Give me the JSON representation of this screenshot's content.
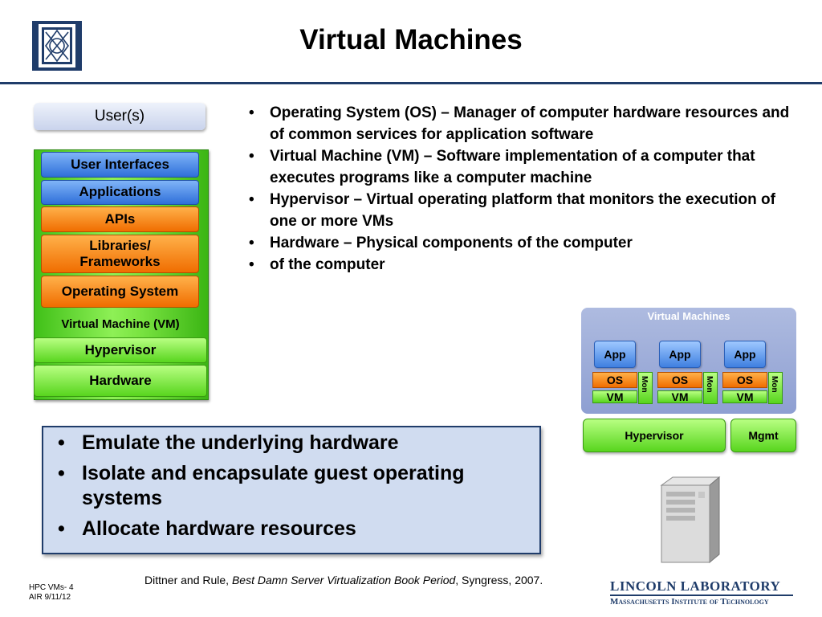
{
  "header": {
    "title": "Virtual Machines",
    "logo_icon": "lincoln-lab-shield-icon"
  },
  "stack": {
    "users": "User(s)",
    "user_interfaces": "User Interfaces",
    "applications": "Applications",
    "apis": "APIs",
    "libraries_line1": "Libraries/",
    "libraries_line2": "Frameworks",
    "operating_system": "Operating System",
    "virtual_machine": "Virtual Machine (VM)",
    "hypervisor": "Hypervisor",
    "hardware": "Hardware"
  },
  "definitions": [
    "Operating System (OS) – Manager of computer hardware resources and of common services for application software",
    "Virtual Machine (VM) – Software implementation of a computer that executes programs like a computer machine",
    "Hypervisor – Virtual operating platform that monitors the execution of one or more VMs",
    "Hardware – Physical components of the computer",
    "of the computer"
  ],
  "vm_diagram": {
    "title": "Virtual Machines",
    "guests": [
      {
        "app": "App",
        "os": "OS",
        "vm": "VM",
        "mon": "Mon"
      },
      {
        "app": "App",
        "os": "OS",
        "vm": "VM",
        "mon": "Mon"
      },
      {
        "app": "App",
        "os": "OS",
        "vm": "VM",
        "mon": "Mon"
      }
    ],
    "hypervisor": "Hypervisor",
    "mgmt": "Mgmt",
    "server_icon": "server-tower-icon"
  },
  "capabilities": [
    "Emulate the underlying hardware",
    "Isolate and encapsulate guest operating systems",
    "Allocate hardware resources"
  ],
  "footer": {
    "citation_prefix": "Dittner and Rule, ",
    "citation_title": "Best Damn Server Virtualization Book Period",
    "citation_suffix": ", Syngress, 2007.",
    "slide_number": "HPC VMs- 4",
    "slide_date": "AIR 9/11/12",
    "org_name": "LINCOLN LABORATORY",
    "org_sub": "Massachusetts Institute of Technology"
  },
  "colors": {
    "brand_navy": "#1f3c6a",
    "box_fill": "#d0dcf0"
  }
}
